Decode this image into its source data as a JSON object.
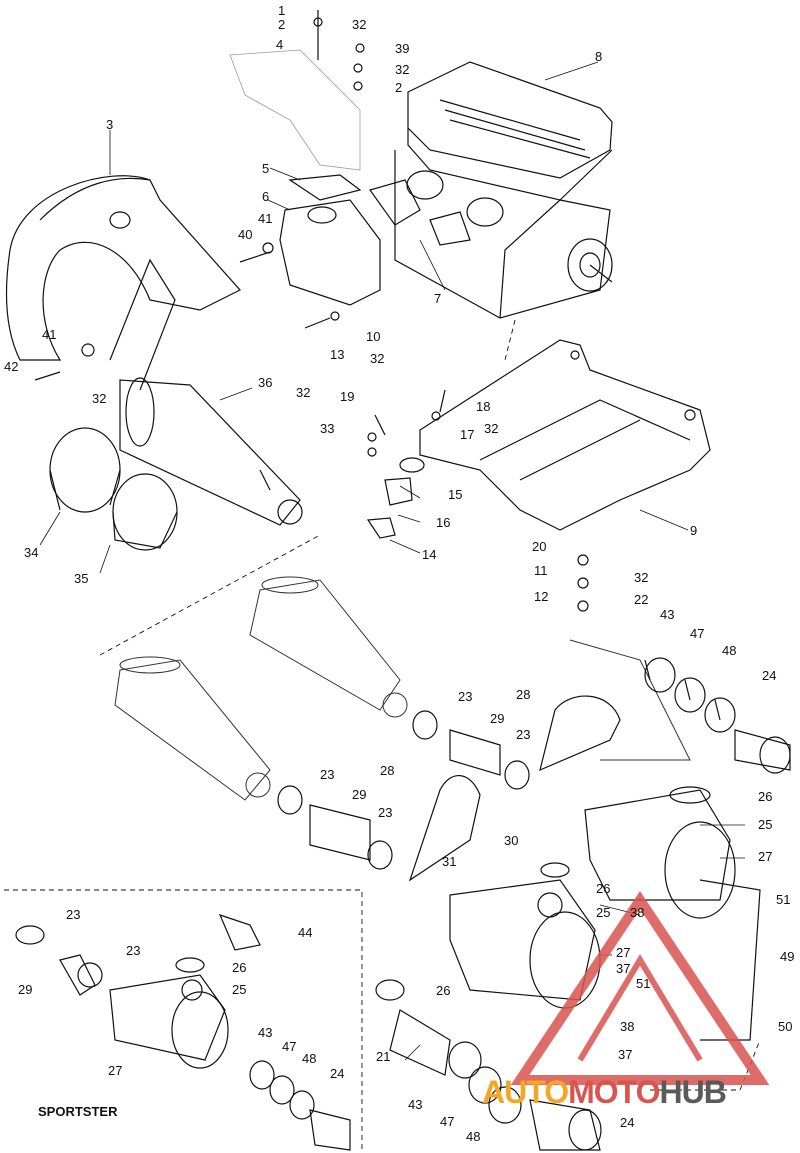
{
  "diagram": {
    "variant_label": "SPORTSTER",
    "callouts": [
      {
        "id": "c1",
        "text": "1"
      },
      {
        "id": "c2a",
        "text": "2"
      },
      {
        "id": "c32a",
        "text": "32"
      },
      {
        "id": "c4",
        "text": "4"
      },
      {
        "id": "c39",
        "text": "39"
      },
      {
        "id": "c32b",
        "text": "32"
      },
      {
        "id": "c2b",
        "text": "2"
      },
      {
        "id": "c8",
        "text": "8"
      },
      {
        "id": "c3",
        "text": "3"
      },
      {
        "id": "c5",
        "text": "5"
      },
      {
        "id": "c6",
        "text": "6"
      },
      {
        "id": "c41a",
        "text": "41"
      },
      {
        "id": "c40",
        "text": "40"
      },
      {
        "id": "c7",
        "text": "7"
      },
      {
        "id": "c10",
        "text": "10"
      },
      {
        "id": "c13",
        "text": "13"
      },
      {
        "id": "c32c",
        "text": "32"
      },
      {
        "id": "c41b",
        "text": "41"
      },
      {
        "id": "c42",
        "text": "42"
      },
      {
        "id": "c32d",
        "text": "32"
      },
      {
        "id": "c36",
        "text": "36"
      },
      {
        "id": "c32e",
        "text": "32"
      },
      {
        "id": "c19",
        "text": "19"
      },
      {
        "id": "c33",
        "text": "33"
      },
      {
        "id": "c18",
        "text": "18"
      },
      {
        "id": "c17",
        "text": "17"
      },
      {
        "id": "c32f",
        "text": "32"
      },
      {
        "id": "c15",
        "text": "15"
      },
      {
        "id": "c16",
        "text": "16"
      },
      {
        "id": "c14",
        "text": "14"
      },
      {
        "id": "c9",
        "text": "9"
      },
      {
        "id": "c34",
        "text": "34"
      },
      {
        "id": "c35",
        "text": "35"
      },
      {
        "id": "c20",
        "text": "20"
      },
      {
        "id": "c11",
        "text": "11"
      },
      {
        "id": "c32g",
        "text": "32"
      },
      {
        "id": "c12",
        "text": "12"
      },
      {
        "id": "c22",
        "text": "22"
      },
      {
        "id": "c43a",
        "text": "43"
      },
      {
        "id": "c47a",
        "text": "47"
      },
      {
        "id": "c48a",
        "text": "48"
      },
      {
        "id": "c24a",
        "text": "24"
      },
      {
        "id": "c23a",
        "text": "23"
      },
      {
        "id": "c28a",
        "text": "28"
      },
      {
        "id": "c29a",
        "text": "29"
      },
      {
        "id": "c23b",
        "text": "23"
      },
      {
        "id": "c23c",
        "text": "23"
      },
      {
        "id": "c28b",
        "text": "28"
      },
      {
        "id": "c29b",
        "text": "29"
      },
      {
        "id": "c23d",
        "text": "23"
      },
      {
        "id": "c26a",
        "text": "26"
      },
      {
        "id": "c25a",
        "text": "25"
      },
      {
        "id": "c30",
        "text": "30"
      },
      {
        "id": "c27a",
        "text": "27"
      },
      {
        "id": "c31",
        "text": "31"
      },
      {
        "id": "c26b",
        "text": "26"
      },
      {
        "id": "c25b",
        "text": "25"
      },
      {
        "id": "c38a",
        "text": "38"
      },
      {
        "id": "c51a",
        "text": "51"
      },
      {
        "id": "c27b",
        "text": "27"
      },
      {
        "id": "c37a",
        "text": "37"
      },
      {
        "id": "c49",
        "text": "49"
      },
      {
        "id": "c51b",
        "text": "51"
      },
      {
        "id": "c50",
        "text": "50"
      },
      {
        "id": "c44",
        "text": "44"
      },
      {
        "id": "c23e",
        "text": "23"
      },
      {
        "id": "c23f",
        "text": "23"
      },
      {
        "id": "c26c",
        "text": "26"
      },
      {
        "id": "c29c",
        "text": "29"
      },
      {
        "id": "c25c",
        "text": "25"
      },
      {
        "id": "c26d",
        "text": "26"
      },
      {
        "id": "c27c",
        "text": "27"
      },
      {
        "id": "c38b",
        "text": "38"
      },
      {
        "id": "c37b",
        "text": "37"
      },
      {
        "id": "c21",
        "text": "21"
      },
      {
        "id": "c43b",
        "text": "43"
      },
      {
        "id": "c47b",
        "text": "47"
      },
      {
        "id": "c48b",
        "text": "48"
      },
      {
        "id": "c24b",
        "text": "24"
      },
      {
        "id": "c43c",
        "text": "43"
      },
      {
        "id": "c47c",
        "text": "47"
      },
      {
        "id": "c48c",
        "text": "48"
      },
      {
        "id": "c24c",
        "text": "24"
      }
    ]
  },
  "watermark": {
    "part1": "AUTO",
    "part2": "MOTO",
    "part3": "HUB",
    "colors": {
      "orange": "#f5a623",
      "red": "#d9534f",
      "gray": "#5a5a5a"
    }
  }
}
